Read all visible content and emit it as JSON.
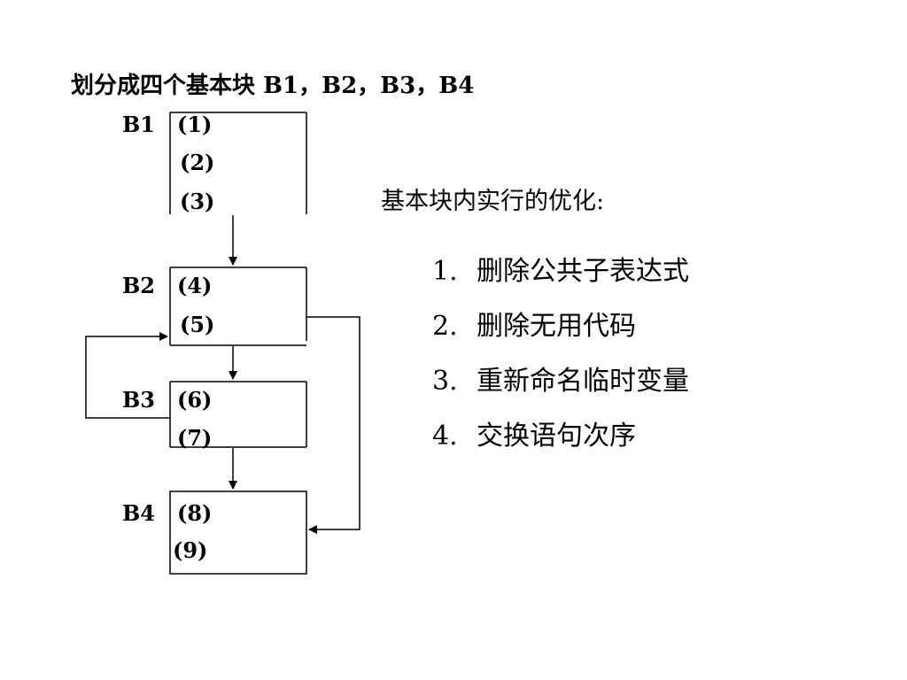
{
  "title": "划分成四个基本块 B1，B2，B3，B4",
  "blocks": [
    {
      "id": "B1",
      "statements": [
        "(1)",
        "(2)",
        "(3)"
      ]
    },
    {
      "id": "B2",
      "statements": [
        "(4)",
        "(5)"
      ]
    },
    {
      "id": "B3",
      "statements": [
        "(6)",
        "(7)"
      ]
    },
    {
      "id": "B4",
      "statements": [
        "(8)",
        "(9)"
      ]
    }
  ],
  "optimizations": {
    "heading": "基本块内实行的优化:",
    "items": [
      {
        "num": "1.",
        "text": "删除公共子表达式"
      },
      {
        "num": "2.",
        "text": "删除无用代码"
      },
      {
        "num": "3.",
        "text": "重新命名临时变量"
      },
      {
        "num": "4.",
        "text": "交换语句次序"
      }
    ]
  }
}
